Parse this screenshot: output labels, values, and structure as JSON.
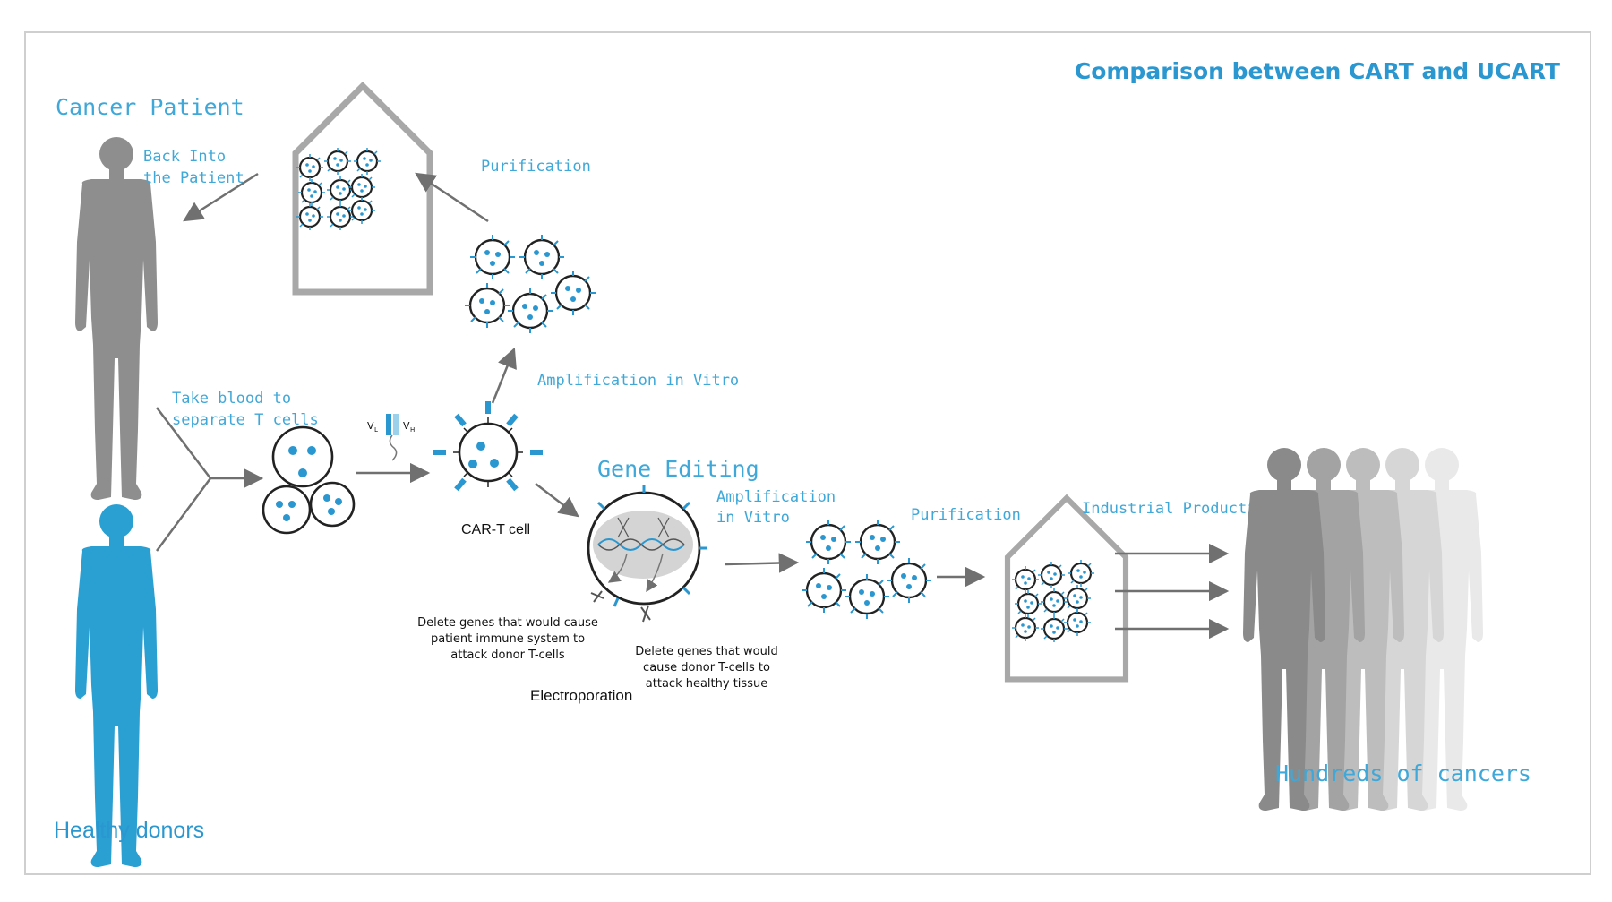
{
  "title": "Comparison between CART and UCART",
  "labels": {
    "cancer_patient": "Cancer Patient",
    "back_into_1": "Back Into",
    "back_into_2": "the Patient",
    "purification_top": "Purification",
    "amplification_top": "Amplification in Vitro",
    "take_blood_1": "Take blood to",
    "take_blood_2": "separate T cells",
    "vl": "V",
    "vl_sub": "L",
    "vh": "V",
    "vh_sub": "H",
    "cart_cell": "CAR-T cell",
    "gene_editing": "Gene Editing",
    "amplification_mid_1": "Amplification",
    "amplification_mid_2": "in Vitro",
    "purification_mid": "Purification",
    "industrial": "Industrial Production",
    "delete1_1": "Delete genes that would cause",
    "delete1_2": "patient immune system to",
    "delete1_3": "attack donor T-cells",
    "delete2_1": "Delete genes that would",
    "delete2_2": "cause donor T-cells to",
    "delete2_3": "attack healthy tissue",
    "electroporation": "Electroporation",
    "healthy_donors": "Healthy donors",
    "hundreds": "Hundreds of cancers"
  },
  "colors": {
    "blue": "#2a97d0",
    "light_blue": "#3fa8d8",
    "gray": "#8e8e8e",
    "dark": "#222222"
  }
}
